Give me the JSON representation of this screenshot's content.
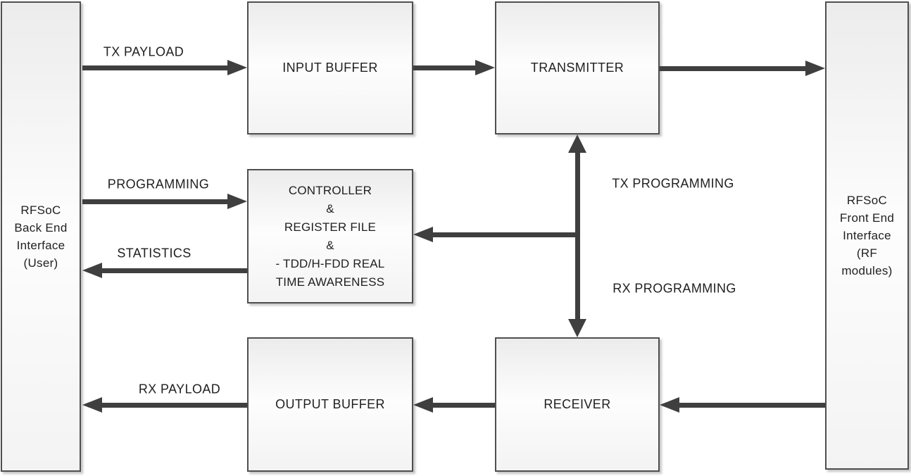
{
  "colors": {
    "arrow": "#3f3f3f",
    "box_border": "#4f4f4f",
    "text": "#1f1f1f",
    "box_fill_top": "#ececec",
    "box_fill_mid": "#fdfdfd",
    "box_fill_bottom": "#f3f3f3",
    "background": "#ffffff"
  },
  "nodes": {
    "back_end_interface": {
      "lines": [
        "RFSoC",
        "Back End",
        "Interface",
        "(User)"
      ]
    },
    "front_end_interface": {
      "lines": [
        "RFSoC",
        "Front End",
        "Interface",
        "(RF",
        "modules)"
      ]
    },
    "input_buffer": {
      "label": "INPUT BUFFER"
    },
    "transmitter": {
      "label": "TRANSMITTER"
    },
    "controller": {
      "lines": [
        "CONTROLLER",
        "&",
        "REGISTER FILE",
        "&",
        "- TDD/H-FDD REAL",
        "TIME AWARENESS"
      ]
    },
    "output_buffer": {
      "label": "OUTPUT BUFFER"
    },
    "receiver": {
      "label": "RECEIVER"
    }
  },
  "edges": {
    "tx_payload": "TX PAYLOAD",
    "programming": "PROGRAMMING",
    "statistics": "STATISTICS",
    "tx_programming": "TX PROGRAMMING",
    "rx_programming": "RX PROGRAMMING",
    "rx_payload": "RX PAYLOAD"
  }
}
